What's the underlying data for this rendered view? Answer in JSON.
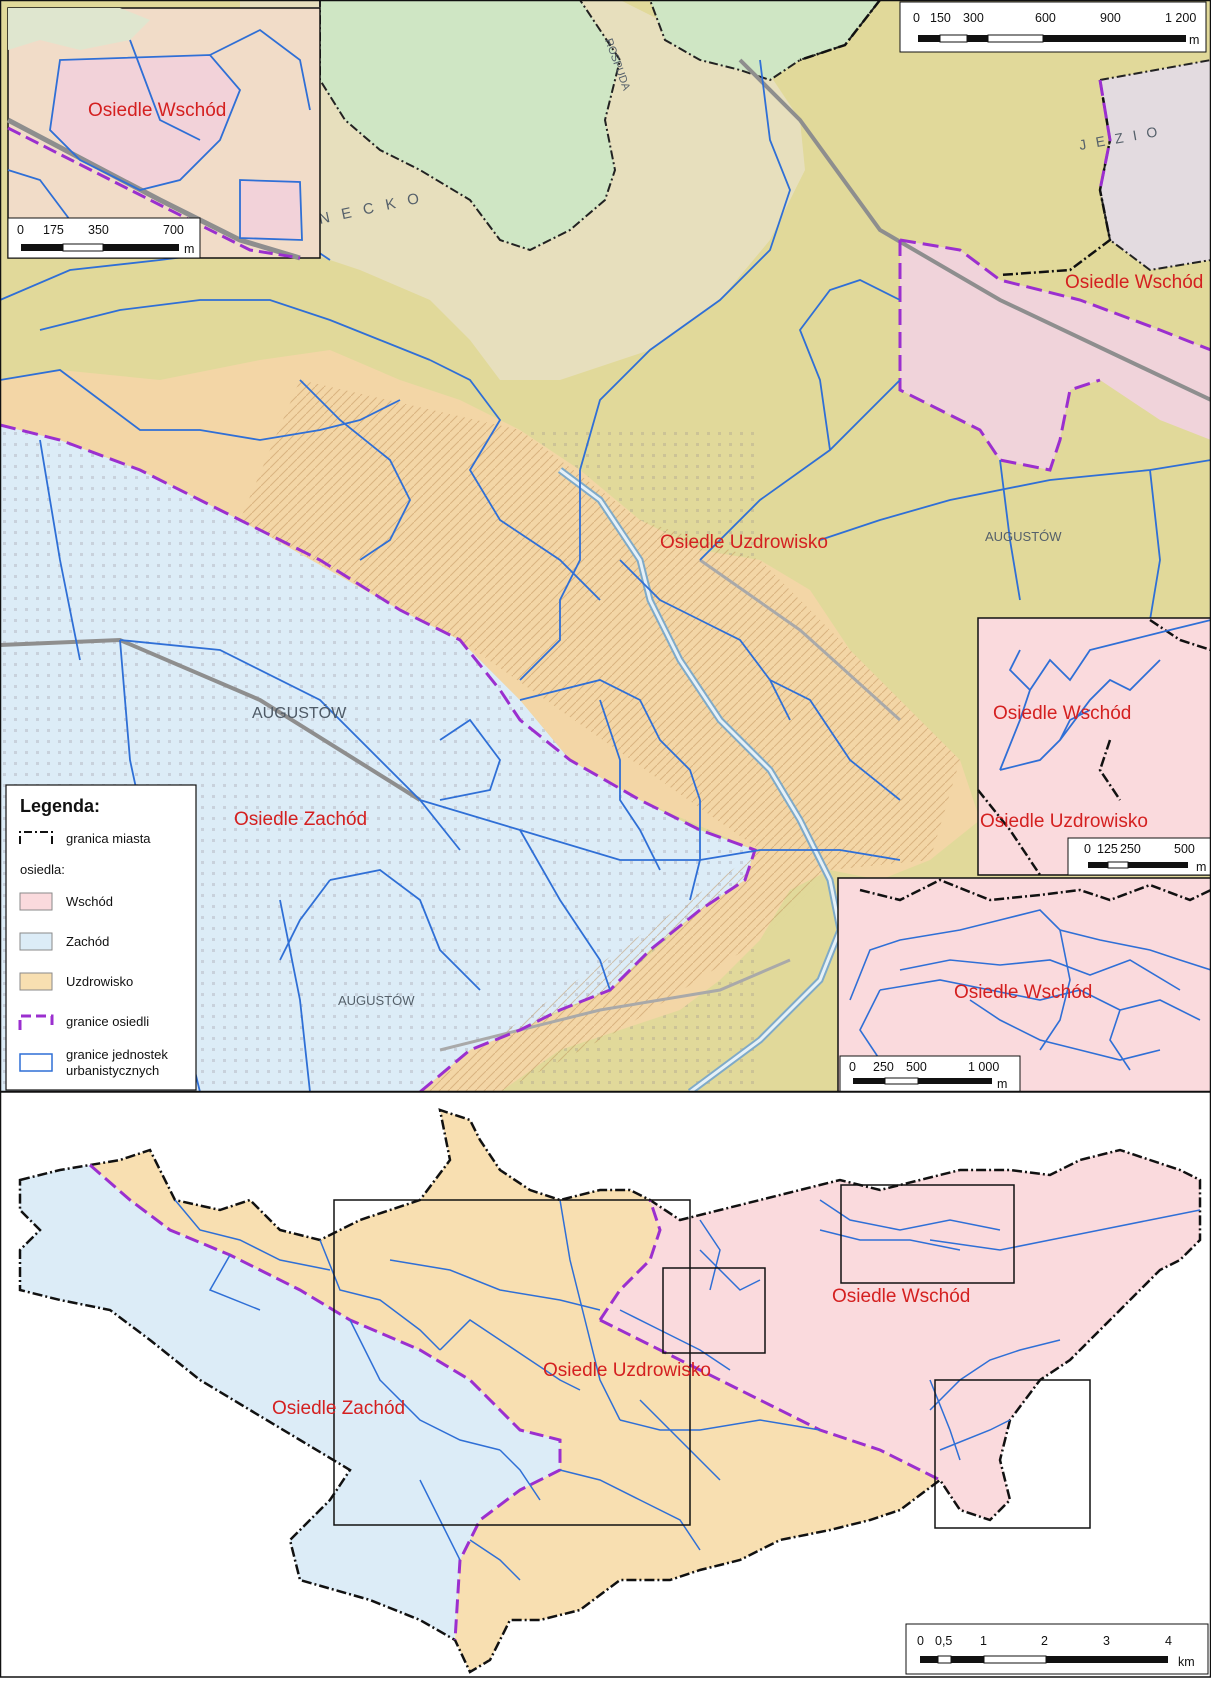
{
  "main_map": {
    "labels": {
      "wschod": "Osiedle Wschód",
      "uzdrowisko": "Osiedle Uzdrowisko",
      "zachod": "Osiedle Zachód"
    },
    "base_text": {
      "augustow1": "AUGUSTÓW",
      "augustow2": "AUGUSTÓW",
      "augustow3": "AUGUSTÓW",
      "necko": "N E C K O",
      "jezioro": "J E Z I O",
      "rospuda": "ROSPUDA"
    },
    "scale": {
      "ticks": [
        "0",
        "150",
        "300",
        "600",
        "900",
        "1 200"
      ],
      "unit": "m"
    }
  },
  "inset_top_left": {
    "label": "Osiedle Wschód",
    "scale": {
      "ticks": [
        "0",
        "175",
        "350",
        "700"
      ],
      "unit": "m"
    }
  },
  "inset_right": {
    "label_wschod": "Osiedle Wschód",
    "label_uzdrowisko": "Osiedle Uzdrowisko",
    "scale": {
      "ticks": [
        "0",
        "125",
        "250",
        "500"
      ],
      "unit": "m"
    }
  },
  "inset_bottom_right": {
    "label": "Osiedle Wschód",
    "scale": {
      "ticks": [
        "0",
        "250",
        "500",
        "1 000"
      ],
      "unit": "m"
    }
  },
  "legend": {
    "title": "Legenda:",
    "city_border": "granica miasta",
    "group_title": "osiedla:",
    "items": [
      {
        "label": "Wschód",
        "color": "#fadadd"
      },
      {
        "label": "Zachód",
        "color": "#dcecf7"
      },
      {
        "label": "Uzdrowisko",
        "color": "#f8dfb1"
      }
    ],
    "district_border": "granice osiedli",
    "unit_border_line1": "granice jednostek",
    "unit_border_line2": "urbanistycznych"
  },
  "overview_map": {
    "labels": {
      "wschod": "Osiedle Wschód",
      "uzdrowisko": "Osiedle Uzdrowisko",
      "zachod": "Osiedle Zachód"
    },
    "scale": {
      "ticks": [
        "0",
        "0,5",
        "1",
        "2",
        "3",
        "4"
      ],
      "unit": "km"
    }
  },
  "colors": {
    "wschod": "#fadadd",
    "zachod": "#dcecf7",
    "uzdrowisko": "#f8dfb1",
    "forest": "#cfe6c4",
    "lake": "#e7dfbd",
    "field": "#ddd9a0",
    "label": "#d42020",
    "unit_border": "#2f6fd6",
    "district_border": "#9b2fcf"
  }
}
